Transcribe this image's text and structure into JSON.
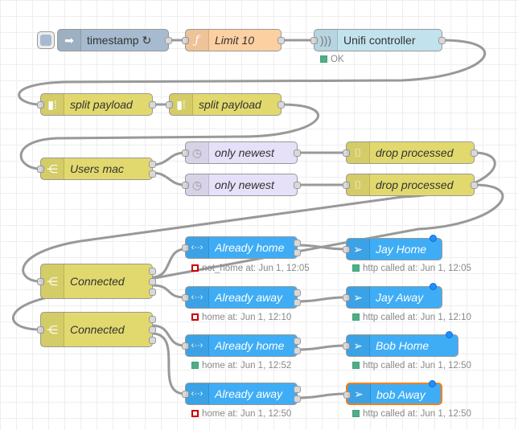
{
  "nodes": {
    "timestamp": {
      "label": "timestamp ↻",
      "icon": "arrow-right-icon"
    },
    "limit": {
      "label": "Limit 10",
      "icon": "function-icon"
    },
    "unifi": {
      "label": "Unifi controller",
      "icon": "broadcast-icon",
      "status": "OK"
    },
    "split1": {
      "label": "split payload",
      "icon": "split-icon"
    },
    "split2": {
      "label": "split payload",
      "icon": "split-icon"
    },
    "users_mac": {
      "label": "Users mac",
      "icon": "switch-icon"
    },
    "newest1": {
      "label": "only newest",
      "icon": "timer-icon"
    },
    "newest2": {
      "label": "only newest",
      "icon": "timer-icon"
    },
    "drop1": {
      "label": "drop processed",
      "icon": "rbe-icon"
    },
    "drop2": {
      "label": "drop processed",
      "icon": "rbe-icon"
    },
    "connected1": {
      "label": "Connected",
      "icon": "switch-icon"
    },
    "connected2": {
      "label": "Connected",
      "icon": "switch-icon"
    },
    "home1": {
      "label": "Already home",
      "icon": "http-icon",
      "status": "not_home at: Jun 1, 12:05"
    },
    "away1": {
      "label": "Already away",
      "icon": "http-icon",
      "status": "home at: Jun 1, 12:10"
    },
    "home2": {
      "label": "Already home",
      "icon": "http-icon",
      "status": "home at: Jun 1, 12:52"
    },
    "away2": {
      "label": "Already away",
      "icon": "http-icon",
      "status": "home at: Jun 1, 12:50"
    },
    "jay_home": {
      "label": "Jay Home",
      "icon": "send-icon",
      "status": "http called at: Jun 1, 12:05"
    },
    "jay_away": {
      "label": "Jay Away",
      "icon": "send-icon",
      "status": "http called at: Jun 1, 12:10"
    },
    "bob_home": {
      "label": "Bob Home",
      "icon": "send-icon",
      "status": "http called at: Jun 1, 12:50"
    },
    "bob_away": {
      "label": "bob Away",
      "icon": "send-icon",
      "status": "http called at: Jun 1, 12:50"
    }
  },
  "colors": {
    "inject": "#a6bbcf",
    "function": "#fdd0a2",
    "unifi": "#c2e3ee",
    "split_switch": "#e2d96e",
    "filter": "#e6e0f8",
    "http": "#3fadf5",
    "status_green": "#5a8",
    "status_red": "#cc0000",
    "selection": "#ff7f0e"
  }
}
